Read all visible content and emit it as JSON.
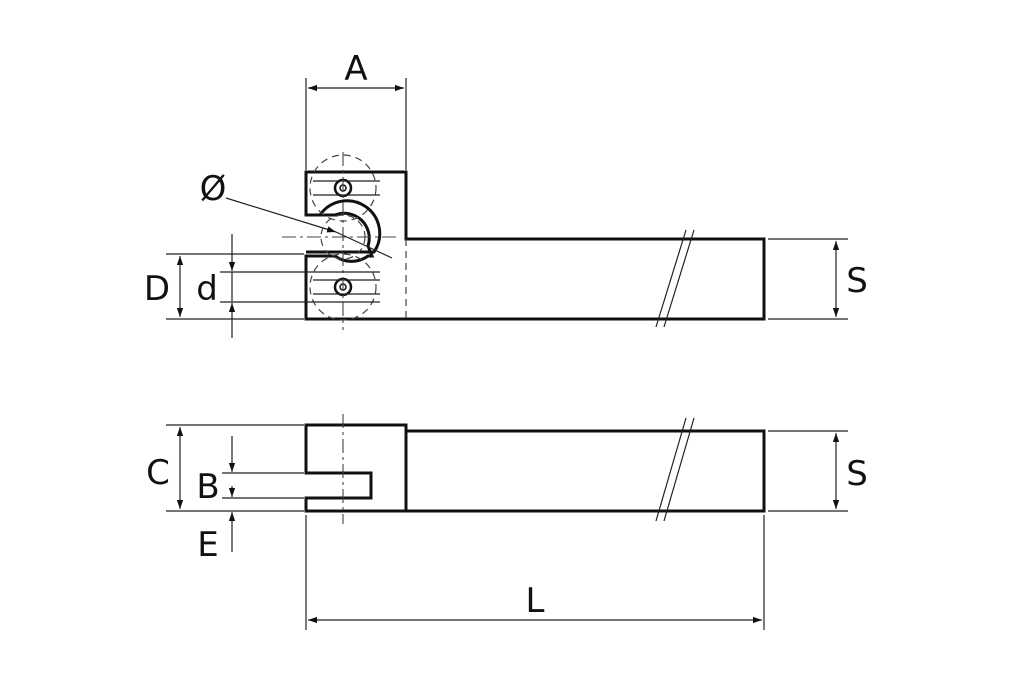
{
  "labels": {
    "A": "A",
    "diameter": "Ø",
    "D": "D",
    "d": "d",
    "S_top": "S",
    "C": "C",
    "B": "B",
    "E": "E",
    "S_bottom": "S",
    "L": "L"
  },
  "colors": {
    "line": "#111111",
    "background": "#ffffff"
  }
}
